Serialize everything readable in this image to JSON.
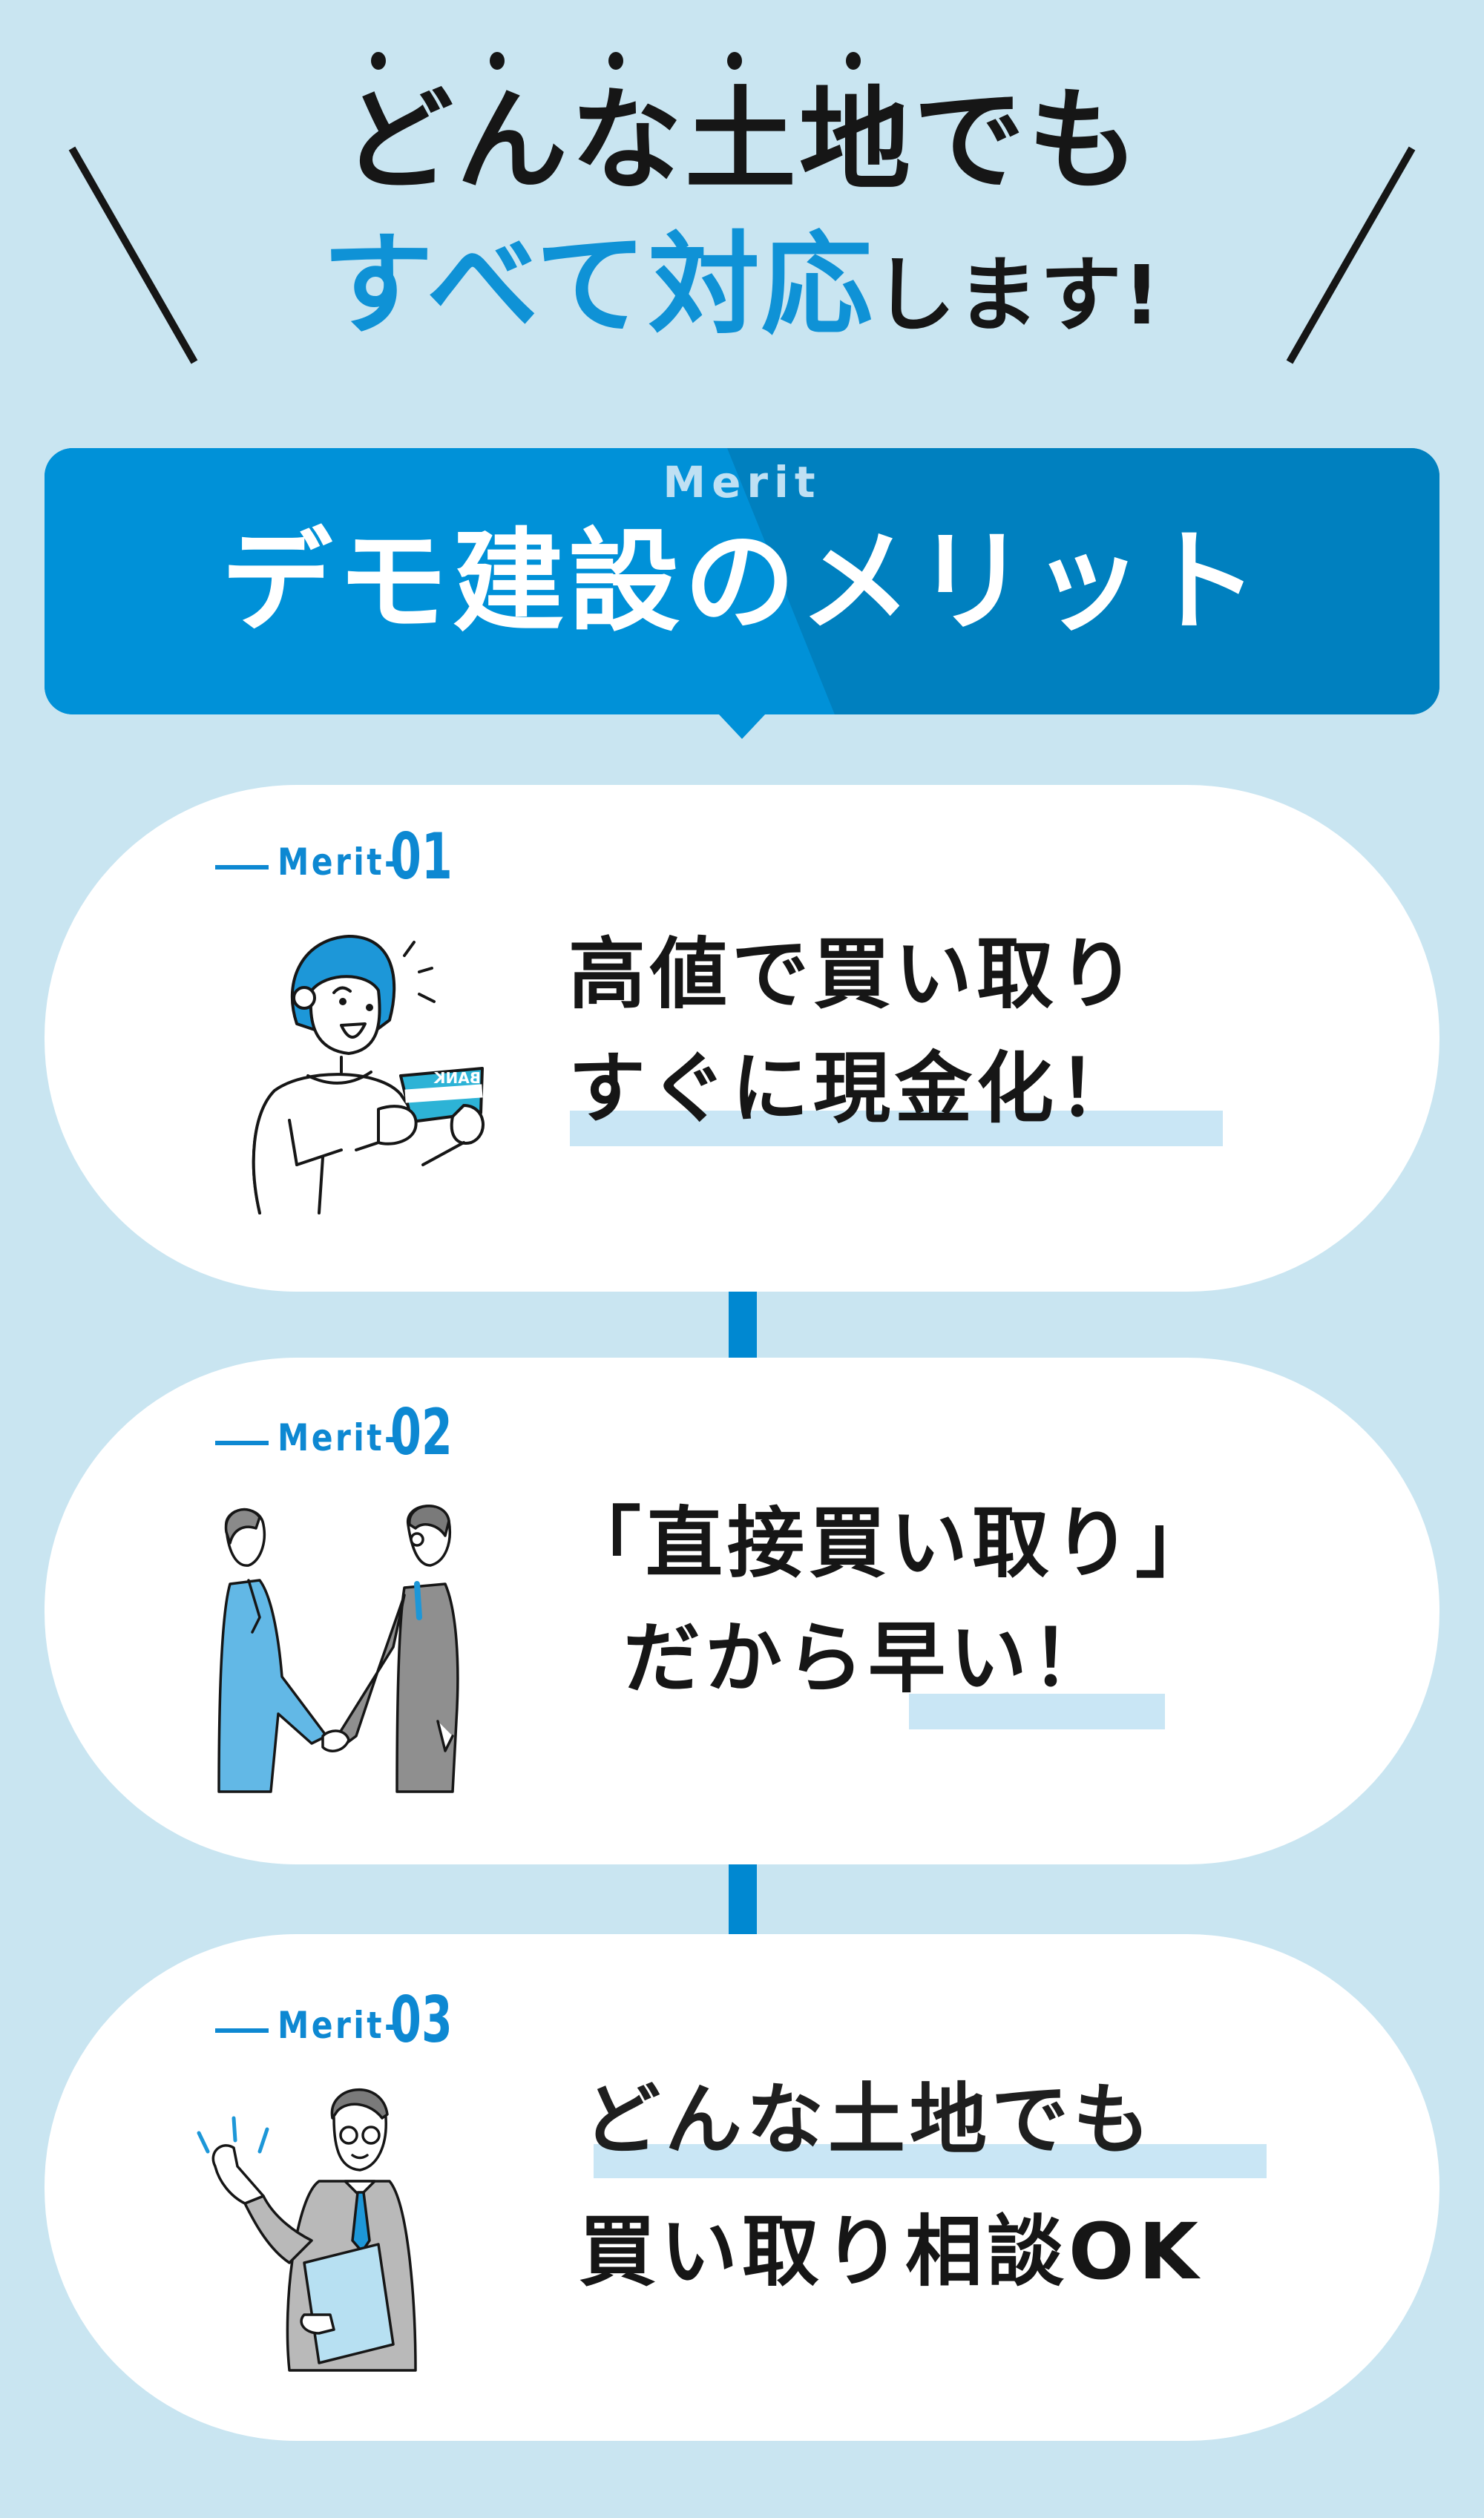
{
  "headline": {
    "emphasis_dot_count": 5,
    "line1": "どんな土地でも",
    "line2_blue": "すべて対応",
    "line2_black": "します!",
    "colors": {
      "text": "#161616",
      "accent": "#0f92d6"
    }
  },
  "banner": {
    "subtitle": "Merit",
    "title": "デモ建設のメリット",
    "colors": {
      "left": "#0091d8",
      "right": "#0080bf",
      "subtitle": "#bfe0f3"
    }
  },
  "merits": [
    {
      "label_prefix": "Merit-",
      "number": "01",
      "line1": "高値で買い取り",
      "line2": "すぐに現金化！",
      "illustration": "woman-holding-bankbook-icon",
      "bankbook_text": "BANK"
    },
    {
      "label_prefix": "Merit-",
      "number": "02",
      "line1": "「直接買い取り」",
      "line2_plain": "だから",
      "line2_highlight": "早い！",
      "illustration": "businessmen-handshake-icon"
    },
    {
      "label_prefix": "Merit-",
      "number": "03",
      "line1": "どんな土地でも",
      "line2": "買い取り相談OK",
      "illustration": "businessman-presenting-icon"
    }
  ],
  "colors": {
    "background": "#c9e5f1",
    "card": "#ffffff",
    "connector": "#0088d1",
    "highlight": "#c9e6f5",
    "label": "#0d88d2"
  }
}
